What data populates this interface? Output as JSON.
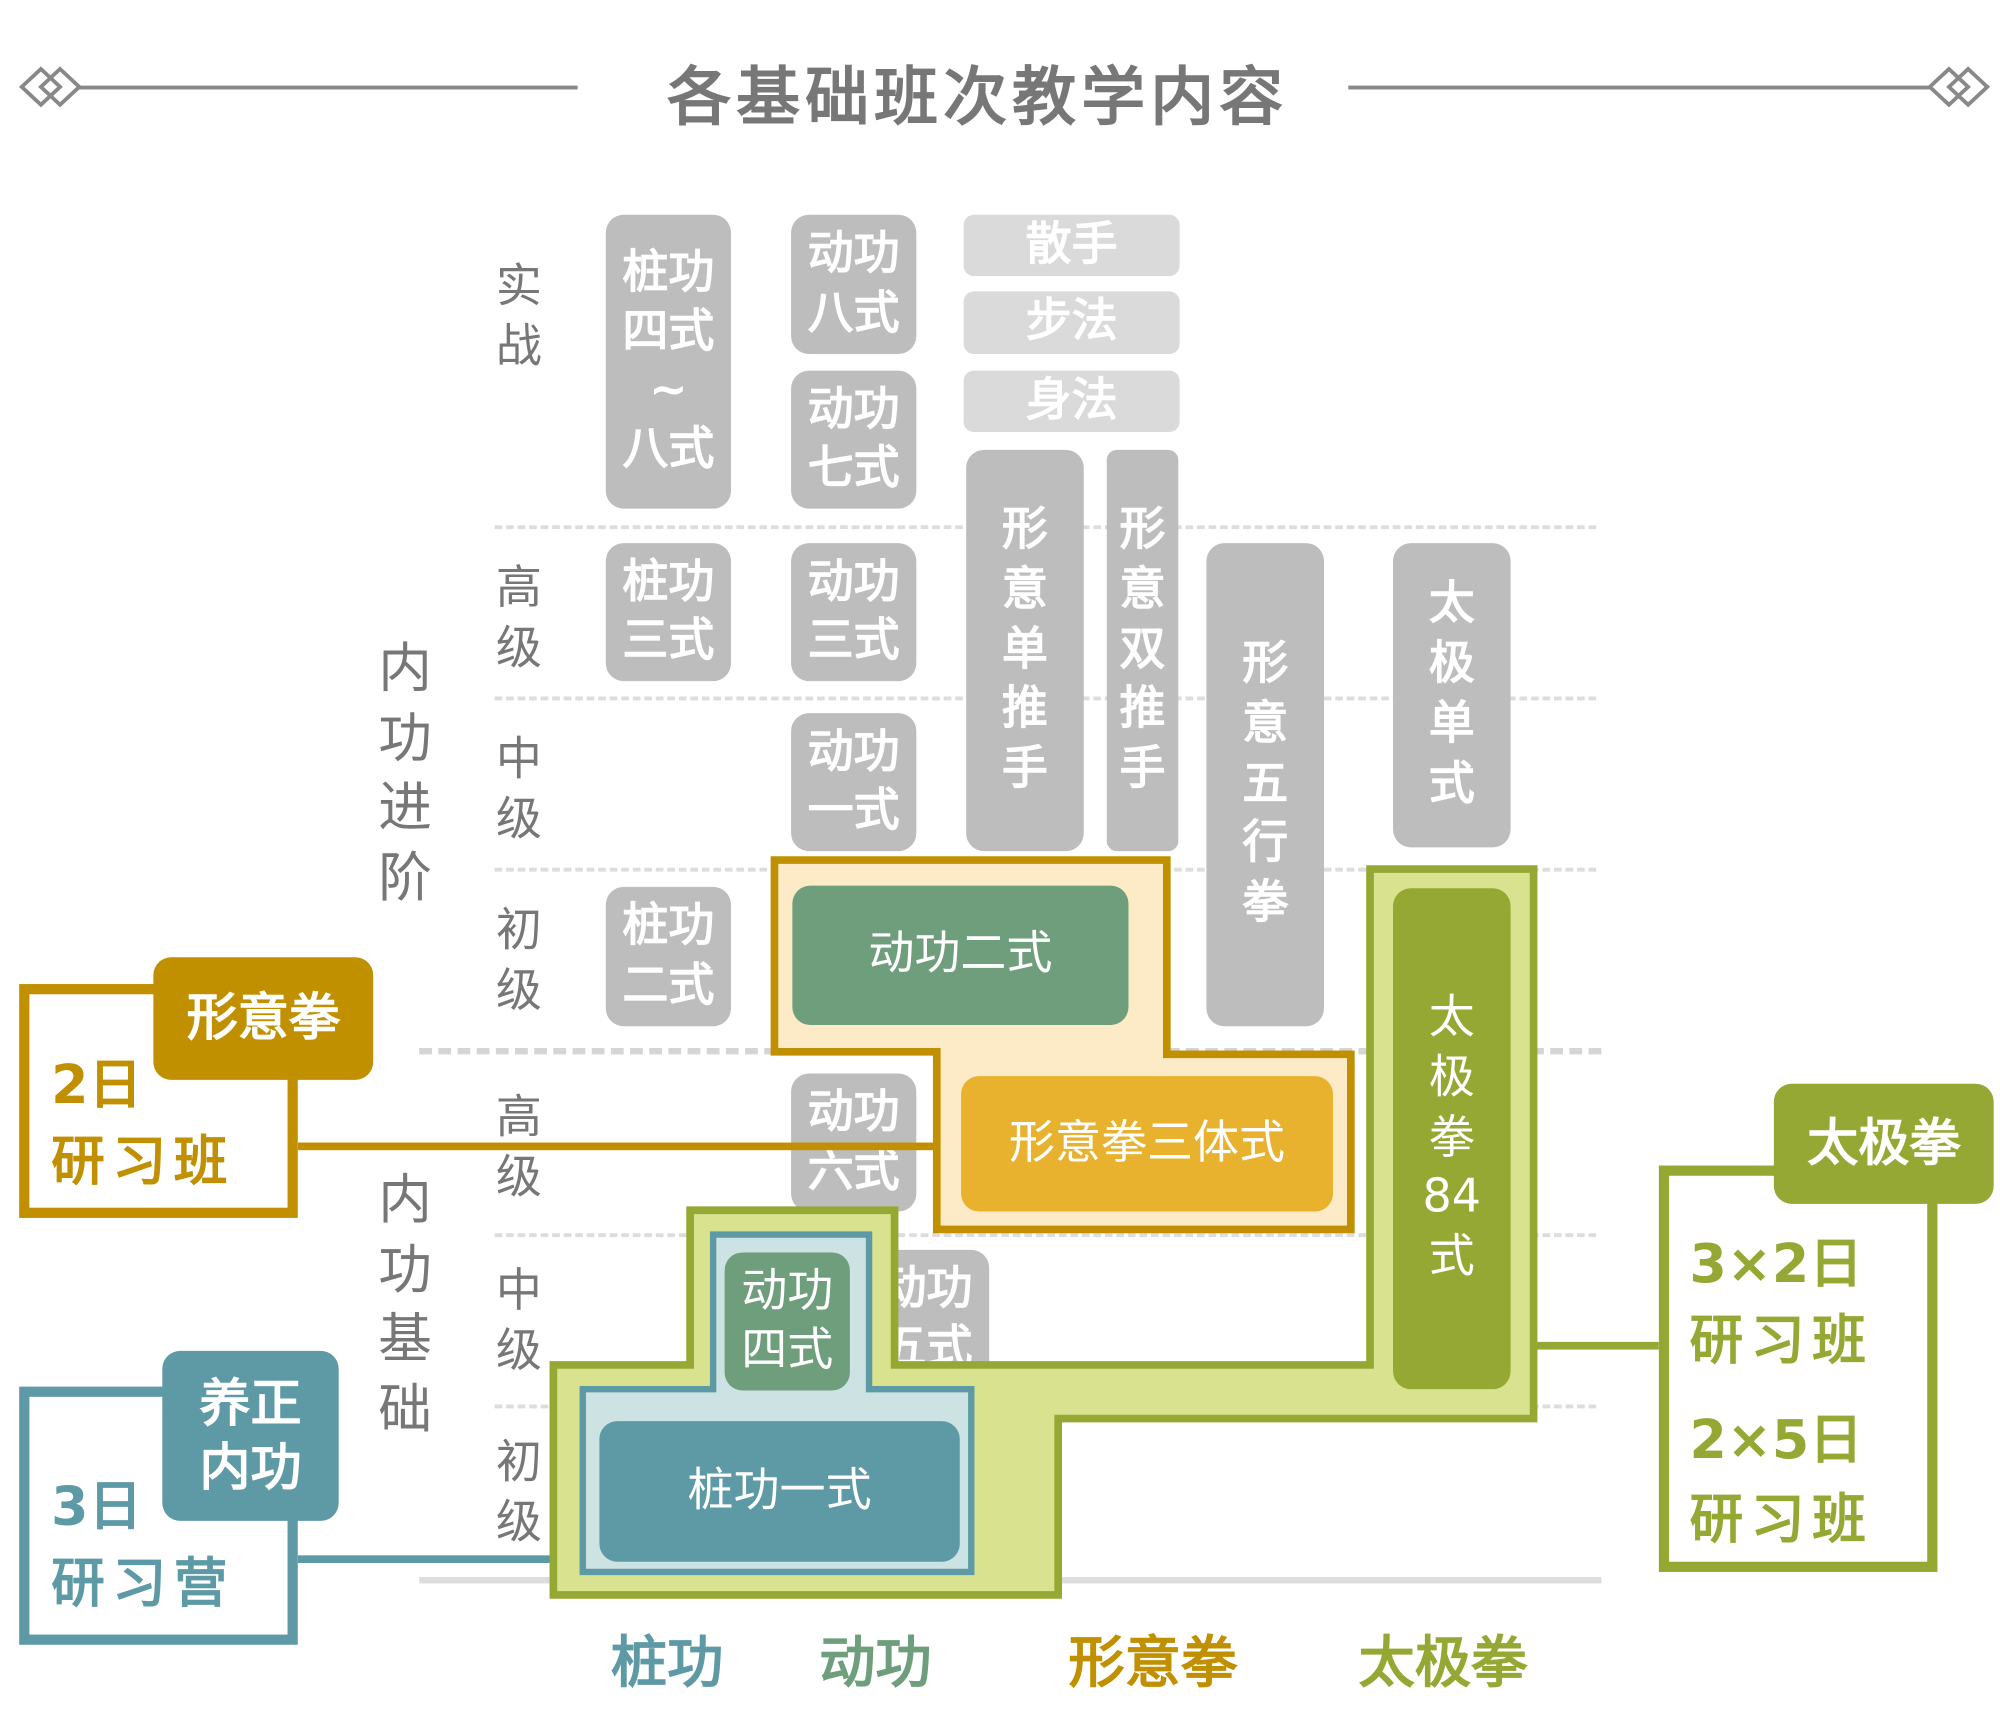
{
  "title": "各基础班次教学内容",
  "colors": {
    "gray": "#bdbdbd",
    "xingyi": "#c09000",
    "xingyi_fill": "#fdebc8",
    "dong": "#6e9e7c",
    "santi": "#e8b22e",
    "taiji": "#95a834",
    "taiji_fill": "#d9e28e",
    "zhuang": "#5e9aa6",
    "zhuang_fill": "#cde3e3"
  },
  "groups": {
    "advanced": "内功进阶",
    "basic": "内功基础"
  },
  "rows": {
    "combat": "实战",
    "adv_high": "高级",
    "adv_mid": "中级",
    "adv_low": "初级",
    "basic_high": "高级",
    "basic_mid": "中级",
    "basic_low": "初级"
  },
  "boxes": {
    "zhuang_4_8": "桩功\n四式\n~\n八式",
    "dong_8": "动功\n八式",
    "dong_7": "动功\n七式",
    "sanshou": "散手",
    "bufa": "步法",
    "shenfa": "身法",
    "xingyi_single_push": "形\n意\n单\n推\n手",
    "xingyi_double_push": "形\n意\n双\n推\n手",
    "zhuang_3": "桩功\n三式",
    "dong_3": "动功\n三式",
    "xingyi_wuxing": "形\n意\n五\n行\n拳",
    "taiji_single": "太\n极\n单\n式",
    "dong_1": "动功\n一式",
    "zhuang_2": "桩功\n二式",
    "dong_6": "动功\n六式",
    "dong_5": "动功\n五式",
    "dong_2": "动功二式",
    "santi": "形意拳三体式",
    "taiji_84": "太\n极\n拳\n84\n式",
    "dong_4": "动功\n四式",
    "zhuang_1": "桩功一式"
  },
  "classes": {
    "xingyi": {
      "tab": "形意拳",
      "days": "2日",
      "name": "研习班"
    },
    "yangzheng": {
      "tab": "养正\n内功",
      "days": "3日",
      "name": "研习营"
    },
    "taiji": {
      "tab": "太极拳",
      "days1": "3×2日",
      "name1": "研习班",
      "days2": "2×5日",
      "name2": "研习班"
    }
  },
  "columns": {
    "zhuang": "桩功",
    "dong": "动功",
    "xingyi": "形意拳",
    "taiji": "太极拳"
  }
}
